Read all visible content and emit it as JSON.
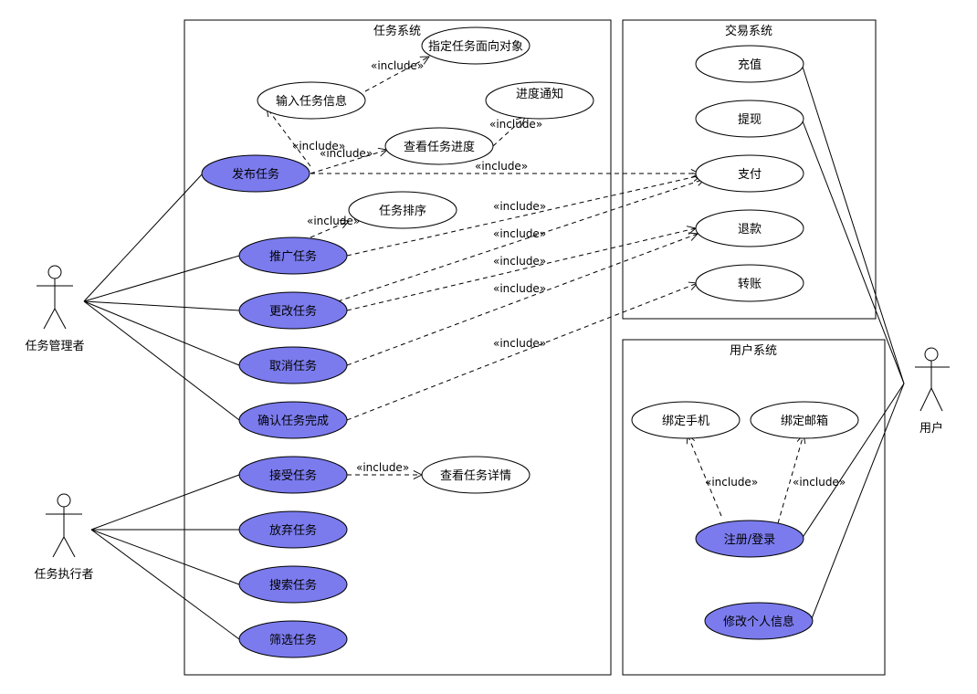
{
  "colors": {
    "highlight_usecase": "#7b7bee",
    "line": "#000000",
    "background": "#ffffff"
  },
  "systems": {
    "task": {
      "title": "任务系统"
    },
    "trade": {
      "title": "交易系统"
    },
    "user": {
      "title": "用户系统"
    }
  },
  "actors": {
    "manager": "任务管理者",
    "executor": "任务执行者",
    "user": "用户"
  },
  "usecases": {
    "publish": "发布任务",
    "promote": "推广任务",
    "modify": "更改任务",
    "cancel": "取消任务",
    "confirm": "确认任务完成",
    "accept": "接受任务",
    "abandon": "放弃任务",
    "search": "搜索任务",
    "filter": "筛选任务",
    "input_info": "输入任务信息",
    "target": "指定任务面向对象",
    "view_progress": "查看任务进度",
    "progress_notice": "进度通知",
    "rank": "任务排序",
    "view_detail": "查看任务详情",
    "recharge": "充值",
    "withdraw": "提现",
    "pay": "支付",
    "refund": "退款",
    "transfer": "转账",
    "bind_phone": "绑定手机",
    "bind_email": "绑定邮箱",
    "register_login": "注册/登录",
    "edit_profile": "修改个人信息"
  },
  "include_label": "«include»"
}
